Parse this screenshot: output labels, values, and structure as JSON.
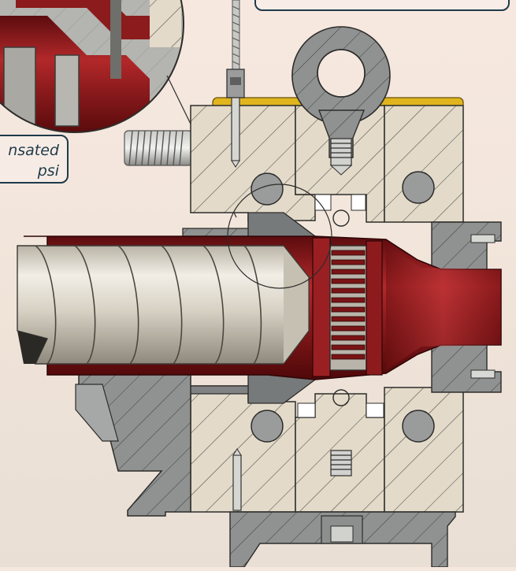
{
  "callouts": {
    "left": {
      "line1": "nsated",
      "line2": "psi"
    }
  },
  "colors": {
    "housing": "#e2d9c8",
    "hatch": "#4a4a44",
    "steel_grey": "#8f9191",
    "dark_grey": "#6d6f70",
    "melt_red": "#8a1a1c",
    "melt_red_dark": "#5a0c0e",
    "screw": "#d9d4c8",
    "gold": "#e0b51e",
    "callout_border": "#1f3a4a"
  },
  "icons": [
    "eye-bolt",
    "thermocouple-probe",
    "threaded-stud",
    "extruder-screw",
    "breaker-plate",
    "zoom-detail-circle"
  ]
}
